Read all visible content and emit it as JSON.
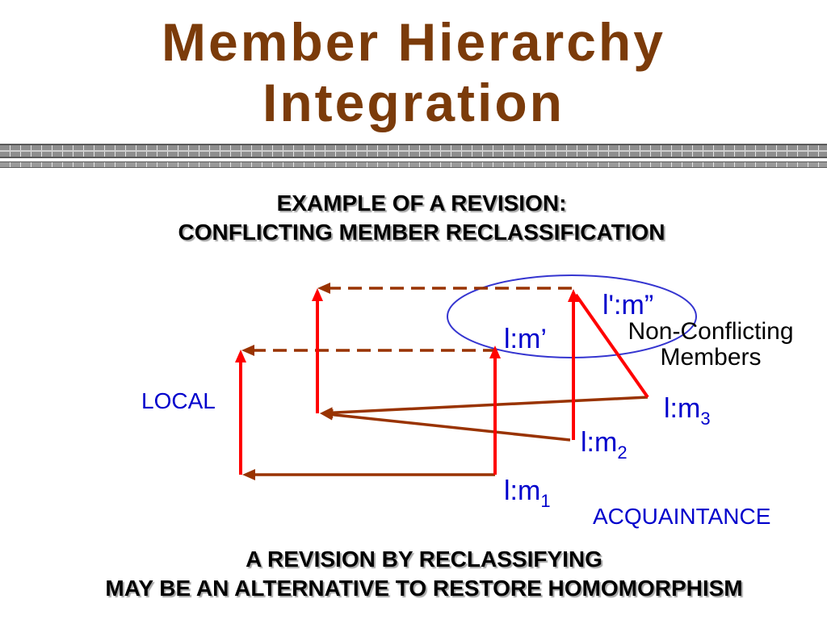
{
  "title": {
    "line1": "Member Hierarchy",
    "line2": "Integration"
  },
  "subtitle": {
    "line1": "EXAMPLE OF A REVISION:",
    "line2": "CONFLICTING MEMBER RECLASSIFICATION"
  },
  "diagram": {
    "hierarchy_labels": {
      "local": "LOCAL",
      "acquaintance": "ACQUAINTANCE"
    },
    "annotation": {
      "line1": "Non-Conflicting",
      "line2": "Members"
    },
    "members": {
      "m_double_prime": {
        "label": "l':m”"
      },
      "m_prime": {
        "label": "l:m’"
      },
      "m3": {
        "label": "l:m",
        "subscript": "3"
      },
      "m2": {
        "label": "l:m",
        "subscript": "2"
      },
      "m1": {
        "label": "l:m",
        "subscript": "1"
      }
    }
  },
  "footer": {
    "line1": "A REVISION BY RECLASSIFYING",
    "line2": "MAY BE AN ALTERNATIVE TO RESTORE HOMOMORPHISM"
  },
  "colors": {
    "title": "#7b3b0a",
    "label": "#0000cc",
    "arrow_red": "#ff0000",
    "arrow_brown": "#993300",
    "ellipse": "#3535d0",
    "text": "#000000"
  }
}
